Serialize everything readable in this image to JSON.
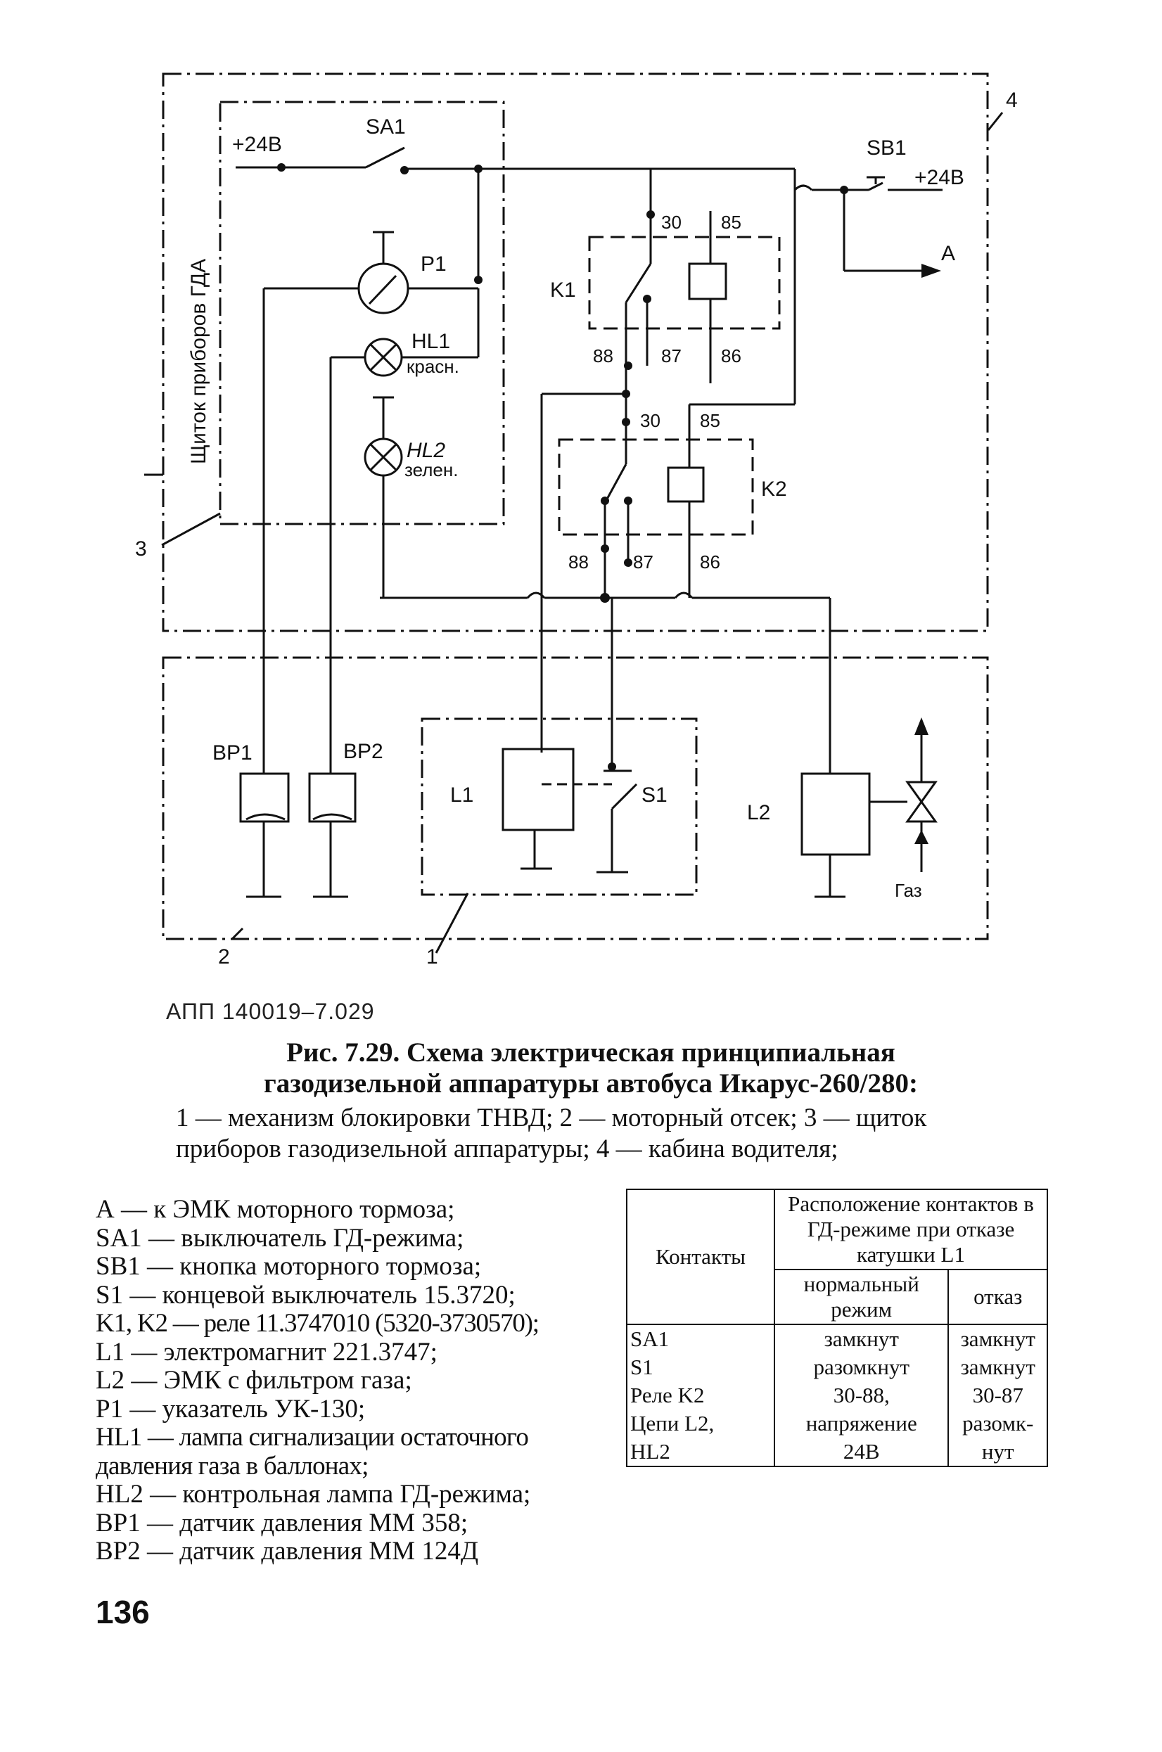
{
  "diagram": {
    "labels": {
      "sa1": "SA1",
      "v24_left": "+24В",
      "sb1": "SB1",
      "v24_right": "+24В",
      "panel_label": "Щиток приборов ГДА",
      "n4": "4",
      "n3": "3",
      "n2": "2",
      "n1": "1",
      "p1": "P1",
      "hl1": "HL1",
      "hl1_color": "красн.",
      "hl2": "HL2",
      "hl2_color": "зелен.",
      "k1": "K1",
      "k2": "K2",
      "k1_30": "30",
      "k1_85": "85",
      "k1_88": "88",
      "k1_87": "87",
      "k1_86": "86",
      "k2_30": "30",
      "k2_85": "85",
      "k2_88": "88",
      "k2_87": "87",
      "k2_86": "86",
      "a": "A",
      "bp1": "BP1",
      "bp2": "BP2",
      "l1": "L1",
      "s1": "S1",
      "l2": "L2",
      "gas": "Газ"
    }
  },
  "figure_code": "АПП 140019–7.029",
  "caption": {
    "title_line1": "Рис. 7.29. Схема электрическая принципиальная",
    "title_line2": "газодизельной аппаратуры автобуса Икарус-260/280:",
    "desc": "1 — механизм блокировки ТНВД; 2 — моторный отсек; 3 — щиток приборов газодизельной аппаратуры; 4 — кабина водителя;"
  },
  "legend": [
    "А — к ЭМК моторного тормоза;",
    "SA1 — выключатель ГД-режима;",
    "SB1 — кнопка моторного тормоза;",
    "S1 — концевой выключатель 15.3720;",
    "K1, K2 — реле 11.3747010 (5320-3730570);",
    "L1 — электромагнит 221.3747;",
    "L2 — ЭМК с фильтром газа;",
    "P1 — указатель УК-130;",
    "HL1 — лампа сигнализации остаточного давления газа в баллонах;",
    "HL2 — контрольная лампа ГД-режима;",
    "BP1 — датчик давления ММ 358;",
    "BP2 — датчик давления ММ 124Д"
  ],
  "contacts_table": {
    "col_contacts": "Контакты",
    "col_group": "Расположение контактов в ГД-режиме при отказе катушки L1",
    "col_normal": "нормальный режим",
    "col_fail": "отказ",
    "rows": [
      {
        "name": "SA1",
        "normal": "замкнут",
        "fail": "замкнут"
      },
      {
        "name": "S1",
        "normal": "разомкнут",
        "fail": "замкнут"
      },
      {
        "name": "Реле K2",
        "normal": "30-88,",
        "fail": "30-87"
      },
      {
        "name": "Цепи L2,",
        "normal": "напряжение",
        "fail": "разомк-"
      },
      {
        "name": "HL2",
        "normal": "24В",
        "fail": "нут"
      }
    ]
  },
  "page_number": "136"
}
